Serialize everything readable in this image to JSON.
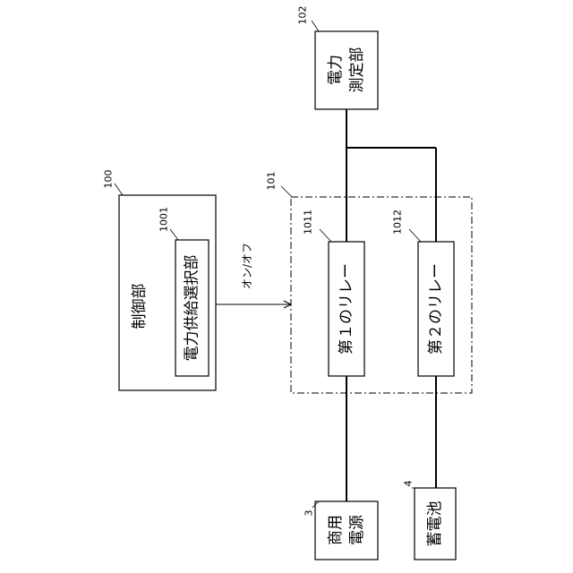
{
  "boxes": {
    "control_unit": "制御部",
    "power_supply_selector": "電力供給選択部",
    "relay_1": "第１のリレー",
    "relay_2": "第２のリレー",
    "commercial_power_line1": "商用",
    "commercial_power_line2": "電源",
    "battery": "蓄電池",
    "power_meter_line1": "電力",
    "power_meter_line2": "測定部"
  },
  "signal_label": "オン/オフ",
  "refs": {
    "control_unit": "100",
    "power_supply_selector": "1001",
    "relay_group": "101",
    "power_meter": "102",
    "relay_1": "1011",
    "relay_2": "1012",
    "commercial_power": "3",
    "battery": "4"
  }
}
